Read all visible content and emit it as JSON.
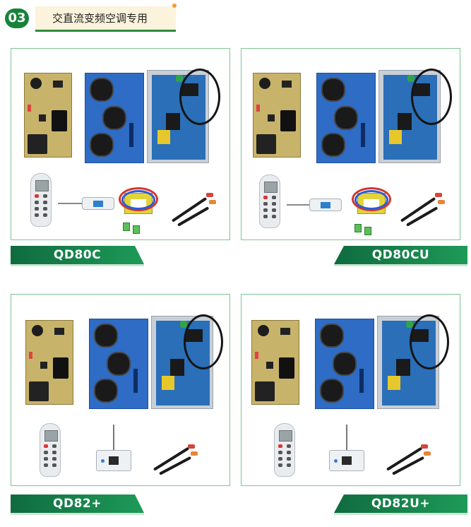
{
  "section": {
    "number": "03",
    "title": "交直流变频空调专用"
  },
  "products": [
    {
      "model": "QD80C"
    },
    {
      "model": "QD80CU"
    },
    {
      "model": "QD82+"
    },
    {
      "model": "QD82U+"
    }
  ],
  "colors": {
    "brand_green": "#16833a",
    "label_bar_dark": "#0f6b3f",
    "label_bar_light": "#1e9a58",
    "card_border": "#7fc493",
    "title_bg": "#fbf3dc",
    "accent_dot": "#f39a32"
  }
}
